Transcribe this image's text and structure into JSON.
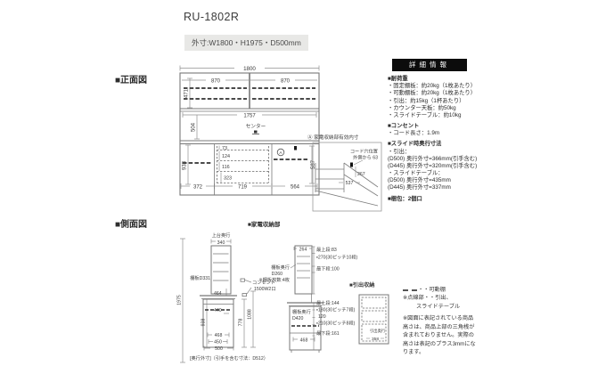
{
  "header": {
    "model": "RU-1802R",
    "outer_size": "外寸:W1800・H1975・D500mm"
  },
  "section_labels": {
    "front": "■正面図",
    "side": "■側面図",
    "appliance": "■家電収納部",
    "drawer_storage": "■引出収納"
  },
  "front_view": {
    "total_width": "1800",
    "door_left": "870",
    "door_right": "870",
    "upper_inner_height": "471",
    "counter_width": "1757",
    "open_height": "504",
    "center_label": "センター",
    "drawer1": "73",
    "drawer2": "124",
    "drawer3": "116",
    "drawer4": "323",
    "left_width": "372",
    "middle_width": "719",
    "right_width": "564",
    "lower_height": "933",
    "right_inner_height": "587",
    "mark_a": "A"
  },
  "callout": {
    "title": "Ⓐ 家電収納部有効内寸",
    "cord_line1": "コード穴位置",
    "cord_line2": "外側から 63",
    "dim_267": "267",
    "dim_537": "537"
  },
  "detail_panel": {
    "header": "詳細情報",
    "load": {
      "heading": "■耐荷重",
      "lines": [
        "・固定棚板：約20kg（1枚あたり）",
        "・可動棚板：約20kg（1枚あたり）",
        "・引出：約15kg（1杯あたり）",
        "・カウンター天板：約50kg",
        "・スライドテーブル：約10kg"
      ]
    },
    "outlet": {
      "heading": "■コンセント",
      "lines": [
        "・コード長さ：1.9m"
      ]
    },
    "slide": {
      "heading": "■スライド時奥行寸法",
      "lines": [
        "・引出：",
        "(D500) 奥行外寸=366mm(引手含む)",
        "(D445) 奥行外寸=320mm(引手含む)",
        "・スライドテーブル：",
        "(D500) 奥行外寸=435mm",
        "(D445) 奥行外寸=337mm"
      ]
    },
    "packing": "■梱包：2個口"
  },
  "side_view_left": {
    "top_depth_label": "上台奥行",
    "top_depth": "340",
    "shelf_depth": "棚板D331",
    "total_height": "1975",
    "outlet_label1": "コンセント",
    "outlet_label2": "1500W2口",
    "dim_464": "464",
    "dim_440": "440",
    "lower_height": "938",
    "dim_778": "778",
    "dim_1088": "1088",
    "dim_468": "468",
    "dim_450": "450",
    "dim_500": "500",
    "depth_note": "[奥行外寸]（引手を含む寸法：D512）"
  },
  "side_view_middle": {
    "top_depth": "264",
    "upper_shelf_label1": "棚板奥行",
    "upper_shelf_label2": "D260",
    "upper_shelf_label3": "※棚板枚数:4枚",
    "lower_shelf_label1": "棚板奥行",
    "lower_shelf_label2": "D420",
    "dim_468": "468",
    "upper_pitch": {
      "top": "最上段:83",
      "mid": "▪270(30ピッチ10段)",
      "bottom": "最下段:100"
    },
    "lower_pitch": {
      "top": "最上段:144",
      "p180": "▪180(30ピッチ7段)",
      "mid": "120",
      "p210": "▪210(30ピッチ8段)",
      "bottom": "最下段:161"
    }
  },
  "drawer_detail": {
    "depth_label": "引出奥行",
    "depth": "358"
  },
  "legend": {
    "movable_shelf": "・・可動棚",
    "dotted_line1": "※点線部・・引出、",
    "dotted_line2": "スライドテーブル"
  },
  "footnote": {
    "lines": [
      "※図面に表記されている商品",
      "高さは、商品上部の三角桟が",
      "含まれておりません。実際の",
      "高さは表記のプラス3mmにな",
      "ります。"
    ]
  }
}
